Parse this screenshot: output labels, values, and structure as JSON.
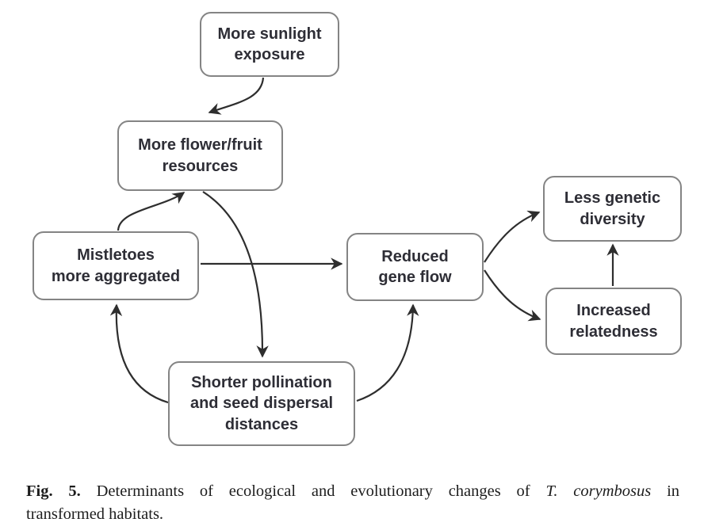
{
  "figure": {
    "title": "Determinants diagram",
    "colors": {
      "box_border": "#848484",
      "box_fill": "#ffffff",
      "box_text": "#2e2e36",
      "arrow": "#2e2e2e",
      "caption_text": "#1d1d1d"
    },
    "nodes": [
      {
        "id": "more-sunlight-exposure",
        "label": "More sunlight\nexposure"
      },
      {
        "id": "more-flower-fruit-resources",
        "label": "More flower/fruit\nresources"
      },
      {
        "id": "mistletoes-more-aggregated",
        "label": "Mistletoes\nmore aggregated"
      },
      {
        "id": "reduced-gene-flow",
        "label": "Reduced\ngene flow"
      },
      {
        "id": "less-genetic-diversity",
        "label": "Less genetic\ndiversity"
      },
      {
        "id": "increased-relatedness",
        "label": "Increased\nrelatedness"
      },
      {
        "id": "shorter-pollination-dispersal",
        "label": "Shorter pollination\nand seed dispersal\ndistances"
      }
    ],
    "edges": [
      {
        "from": "more-sunlight-exposure",
        "to": "more-flower-fruit-resources"
      },
      {
        "from": "mistletoes-more-aggregated",
        "to": "more-flower-fruit-resources"
      },
      {
        "from": "more-flower-fruit-resources",
        "to": "shorter-pollination-dispersal"
      },
      {
        "from": "shorter-pollination-dispersal",
        "to": "mistletoes-more-aggregated"
      },
      {
        "from": "mistletoes-more-aggregated",
        "to": "reduced-gene-flow"
      },
      {
        "from": "shorter-pollination-dispersal",
        "to": "reduced-gene-flow"
      },
      {
        "from": "reduced-gene-flow",
        "to": "less-genetic-diversity"
      },
      {
        "from": "reduced-gene-flow",
        "to": "increased-relatedness"
      },
      {
        "from": "increased-relatedness",
        "to": "less-genetic-diversity"
      }
    ]
  },
  "caption": {
    "fig_label": "Fig. 5.",
    "text_a": "Determinants of ecological and evolutionary changes of",
    "species": "T. corymbosus",
    "text_b": "in",
    "line2": "transformed habitats."
  }
}
